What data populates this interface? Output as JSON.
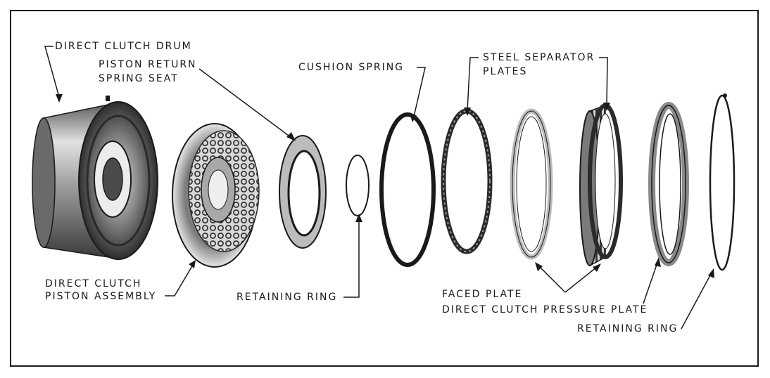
{
  "labels": {
    "direct_clutch_drum": "DIRECT CLUTCH DRUM",
    "piston_return_line1": "PISTON RETURN",
    "piston_return_line2": "SPRING SEAT",
    "cushion_spring": "CUSHION SPRING",
    "steel_separator_line1": "STEEL SEPARATOR",
    "steel_separator_line2": "PLATES",
    "piston_assembly_line1": "DIRECT CLUTCH",
    "piston_assembly_line2": "PISTON ASSEMBLY",
    "retaining_ring_small": "RETAINING RING",
    "faced_plate": "FACED PLATE",
    "pressure_plate": "DIRECT CLUTCH PRESSURE PLATE",
    "retaining_ring_large": "RETAINING RING"
  },
  "colors": {
    "ink": "#1a1a1a",
    "paper": "#ffffff",
    "metal_dark": "#2a2a2a",
    "metal_mid": "#8c8c8c",
    "metal_light": "#d8d8d8"
  }
}
